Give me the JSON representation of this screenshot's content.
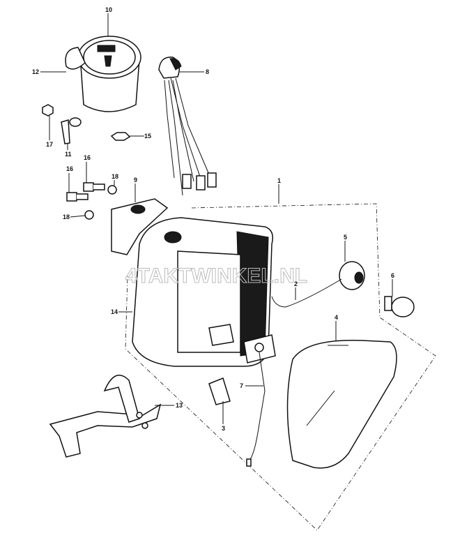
{
  "watermark": "4TAKTWINKEL.NL",
  "callouts": [
    {
      "id": "c10",
      "number": "10",
      "part": "speedometer"
    },
    {
      "id": "c12",
      "number": "12",
      "part": "speedometer-bracket"
    },
    {
      "id": "c8",
      "number": "8",
      "part": "switch-harness"
    },
    {
      "id": "c17",
      "number": "17",
      "part": "nut"
    },
    {
      "id": "c11",
      "number": "11",
      "part": "screw"
    },
    {
      "id": "c15",
      "number": "15",
      "part": "hex-nut"
    },
    {
      "id": "c16a",
      "number": "16",
      "part": "bolt"
    },
    {
      "id": "c16b",
      "number": "16",
      "part": "bolt"
    },
    {
      "id": "c18a",
      "number": "18",
      "part": "washer"
    },
    {
      "id": "c9",
      "number": "9",
      "part": "bracket"
    },
    {
      "id": "c18b",
      "number": "18",
      "part": "washer"
    },
    {
      "id": "c1",
      "number": "1",
      "part": "headlight-assembly"
    },
    {
      "id": "c5",
      "number": "5",
      "part": "bulb-socket"
    },
    {
      "id": "c2",
      "number": "2",
      "part": "wire"
    },
    {
      "id": "c6",
      "number": "6",
      "part": "bulb"
    },
    {
      "id": "c14",
      "number": "14",
      "part": "headlight-case"
    },
    {
      "id": "c4",
      "number": "4",
      "part": "headlight-lens"
    },
    {
      "id": "c7",
      "number": "7",
      "part": "ground-wire"
    },
    {
      "id": "c13",
      "number": "13",
      "part": "headlight-stay"
    },
    {
      "id": "c3",
      "number": "3",
      "part": "clip"
    }
  ]
}
